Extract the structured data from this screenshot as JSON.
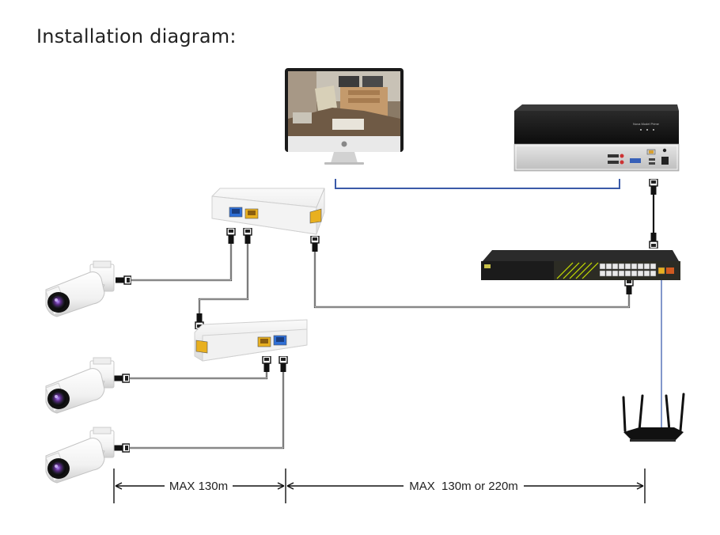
{
  "title": "Installation diagram:",
  "nvr_front_label": "Nova Model Prime",
  "dimensions": {
    "left_label": "MAX 130m",
    "right_label": "MAX  130m or 220m"
  },
  "colors": {
    "blue_port": "#2f6fd6",
    "yellow_port": "#e8b020",
    "cable": "#111111",
    "blue_line": "#3a5aa8",
    "switch_accent": "#c8e000"
  },
  "icons": [
    "monitor-icon",
    "nvr-icon",
    "poe-switch-icon",
    "router-icon",
    "poe-extender-icon",
    "bullet-camera-icon",
    "rj45-connector-icon"
  ]
}
